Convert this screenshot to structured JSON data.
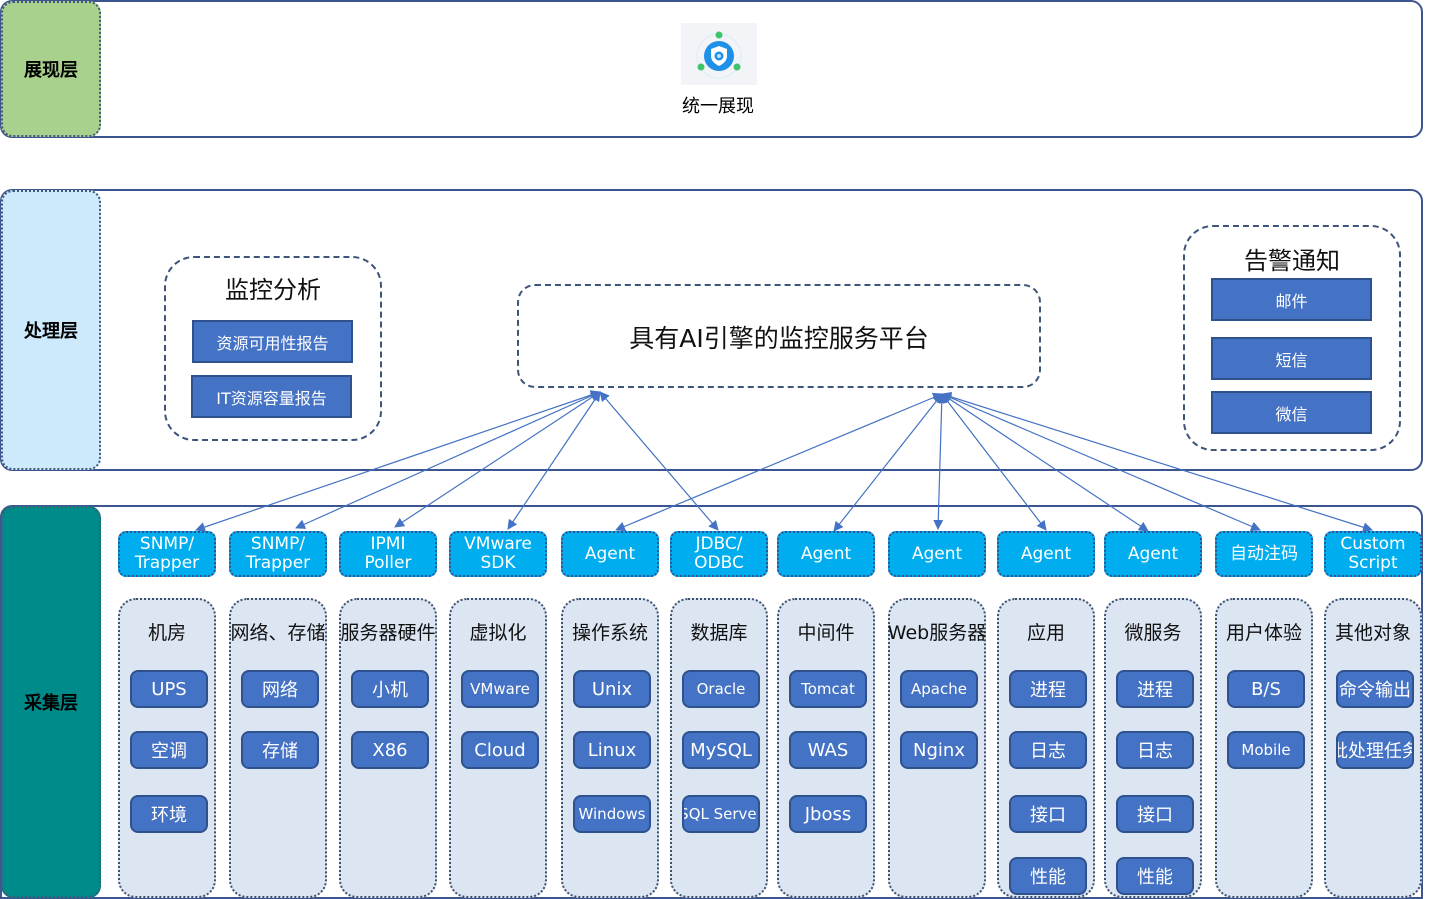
{
  "layers": {
    "presentation": {
      "label": "展现层",
      "label_color": "#a9d18e",
      "app": {
        "icon": "shield-app-icon",
        "caption": "统一展现"
      }
    },
    "processing": {
      "label": "处理层",
      "label_color": "#cdeafc",
      "monitor_analysis": {
        "title": "监控分析",
        "items": [
          "资源可用性报告",
          "IT资源容量报告"
        ]
      },
      "platform": {
        "title": "具有AI引擎的监控服务平台"
      },
      "alert_notify": {
        "title": "告警通知",
        "items": [
          "邮件",
          "短信",
          "微信"
        ]
      }
    },
    "collection": {
      "label": "采集层",
      "label_color": "#008b8b",
      "collectors": [
        "SNMP/\nTrapper",
        "SNMP/\nTrapper",
        "IPMI\nPoller",
        "VMware\nSDK",
        "Agent",
        "JDBC/\nODBC",
        "Agent",
        "Agent",
        "Agent",
        "Agent",
        "自动注码",
        "Custom\nScript"
      ],
      "categories": [
        {
          "title": "机房",
          "items": [
            "UPS",
            "空调",
            "环境"
          ]
        },
        {
          "title": "网络、存储",
          "items": [
            "网络",
            "存储"
          ]
        },
        {
          "title": "服务器硬件",
          "items": [
            "小机",
            "X86"
          ]
        },
        {
          "title": "虚拟化",
          "items": [
            "VMware",
            "Cloud"
          ]
        },
        {
          "title": "操作系统",
          "items": [
            "Unix",
            "Linux",
            "Windows"
          ]
        },
        {
          "title": "数据库",
          "items": [
            "Oracle",
            "MySQL",
            "SQL Server"
          ]
        },
        {
          "title": "中间件",
          "items": [
            "Tomcat",
            "WAS",
            "Jboss"
          ]
        },
        {
          "title": "Web服务器",
          "items": [
            "Apache",
            "Nginx"
          ]
        },
        {
          "title": "应用",
          "items": [
            "进程",
            "日志",
            "接口",
            "性能"
          ]
        },
        {
          "title": "微服务",
          "items": [
            "进程",
            "日志",
            "接口",
            "性能"
          ]
        },
        {
          "title": "用户体验",
          "items": [
            "B/S",
            "Mobile"
          ]
        },
        {
          "title": "其他对象",
          "items": [
            "命令输出",
            "批处理任务"
          ]
        }
      ]
    }
  },
  "colors": {
    "frame_border": "#3c5590",
    "box_blue": "#4472c4",
    "collector_cyan": "#00aeef",
    "column_bg": "#dce6f3",
    "arrow": "#4472c4"
  }
}
